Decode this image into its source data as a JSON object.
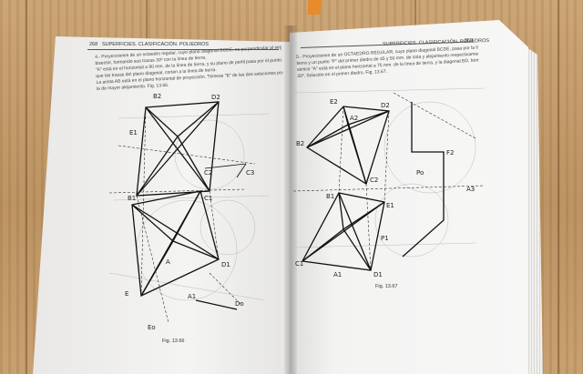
{
  "book": {
    "left_page": {
      "page_number": "268",
      "running_header": "SUPERFICIES. CLASIFICACIÓN. POLIEDROS",
      "paragraph_lines": [
        "4.- Proyecciones de un octaedro regular, cuyo plano diagonal BCDE, es perpendicular al segundo",
        "bisector, formando sus trazas 30º con la línea de tierra.",
        "\"A\" está en el horizontal a 80 mm. de la línea de tierra, y su plano de perfil pasa por el punto, en el",
        "que las trazas del plano diagonal, cortan a la línea de tierra.",
        "La arista AB está en el plano horizontal de proyección. Tómese \"B\" de las dos soluciones posibles,",
        "la de mayor alejamiento. Fig. 13.66."
      ],
      "figure_caption": "Fig. 13.66",
      "figure_labels": [
        "D2",
        "E1",
        "C2",
        "B1",
        "C1",
        "D1",
        "E",
        "A1",
        "Do",
        "Eo",
        "A",
        "B2",
        "C3"
      ]
    },
    "right_page": {
      "page_number": "269",
      "running_header": "SUPERFICIES. CLASIFICACIÓN. POLIEDROS",
      "paragraph_lines": [
        "5.- Proyecciones de un OCTAEDRO REGULAR, cuyo plano diagonal BCDE, pasa por la línea de",
        "tierra y un punto \"P\" del primer diedro de 45 y 50 mm. de cota y alejamiento respectivamente. El",
        "vértice \"A\" está en el plano horizontal a 75 mm. de la línea de tierra, y la diagonal BD, forma con ella",
        "30º. Solución en el primer diedro. Fig. 13.67."
      ],
      "figure_caption": "Fig. 13.67",
      "figure_labels": [
        "E2",
        "D2",
        "A2",
        "B2",
        "C2",
        "B1",
        "E1",
        "P1",
        "C1",
        "A1",
        "D1",
        "A3",
        "F2",
        "Po"
      ]
    }
  },
  "accent_colors": {
    "table": "#c29a6b",
    "sticky_tab": "#e98a2b",
    "paper": "#f4f4f3",
    "ink": "#222222"
  }
}
